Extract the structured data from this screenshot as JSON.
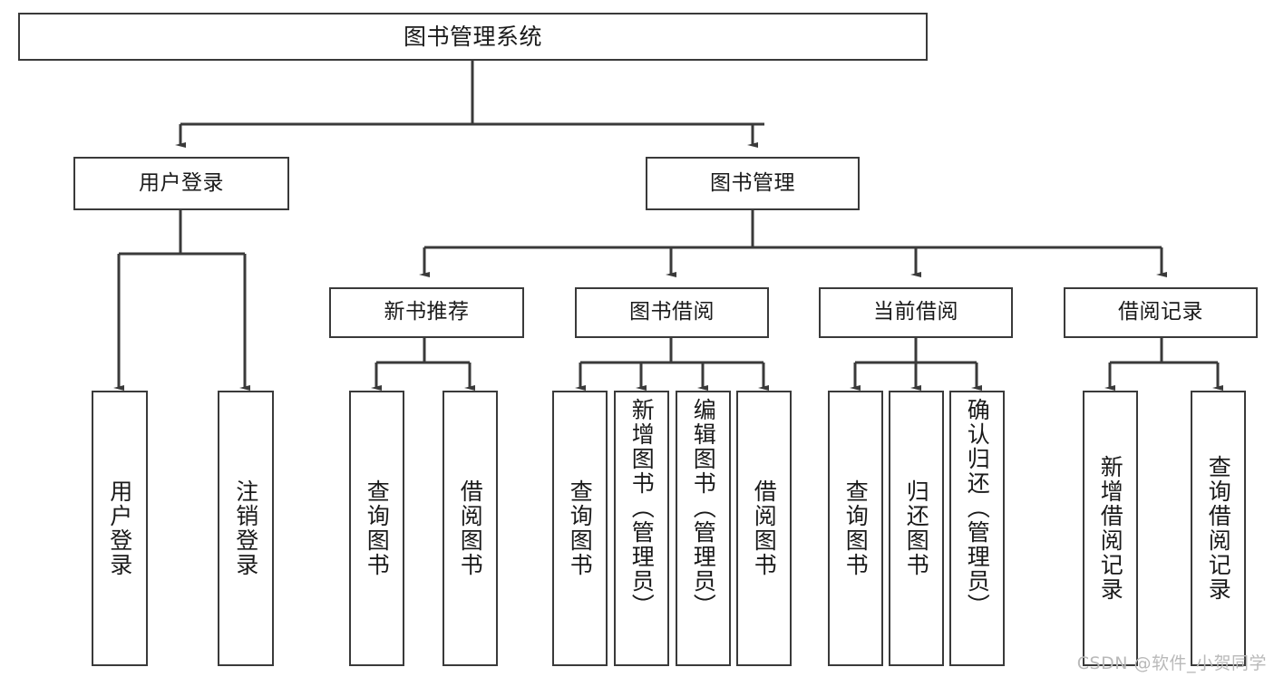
{
  "diagram": {
    "type": "tree-hierarchy",
    "title": "图书管理系统",
    "orientation": "top-down",
    "colors": {
      "stroke": "#3a3a3a",
      "fill": "#ffffff",
      "text": "#1a1a1a",
      "watermark": "#b9b9b9"
    },
    "levels": {
      "root": {
        "label": "图书管理系统"
      },
      "level1": [
        {
          "id": "user-login",
          "label": "用户登录"
        },
        {
          "id": "book-management",
          "label": "图书管理"
        }
      ],
      "level2": [
        {
          "id": "new-book-recommend",
          "label": "新书推荐"
        },
        {
          "id": "book-borrow",
          "label": "图书借阅"
        },
        {
          "id": "current-borrow",
          "label": "当前借阅"
        },
        {
          "id": "borrow-record",
          "label": "借阅记录"
        }
      ],
      "leaves": [
        {
          "id": "leaf-user-login",
          "parent": "user-login",
          "label": "用户登录"
        },
        {
          "id": "leaf-logout-login",
          "parent": "user-login",
          "label": "注销登录"
        },
        {
          "id": "leaf-query-book-1",
          "parent": "new-book-recommend",
          "label": "查询图书"
        },
        {
          "id": "leaf-borrow-book-1",
          "parent": "new-book-recommend",
          "label": "借阅图书"
        },
        {
          "id": "leaf-query-book-2",
          "parent": "book-borrow",
          "label": "查询图书"
        },
        {
          "id": "leaf-add-book",
          "parent": "book-borrow",
          "label": "新增图书（管理员）"
        },
        {
          "id": "leaf-edit-book",
          "parent": "book-borrow",
          "label": "编辑图书（管理员）"
        },
        {
          "id": "leaf-borrow-book-2",
          "parent": "book-borrow",
          "label": "借阅图书"
        },
        {
          "id": "leaf-query-book-3",
          "parent": "current-borrow",
          "label": "查询图书"
        },
        {
          "id": "leaf-return-book",
          "parent": "current-borrow",
          "label": "归还图书"
        },
        {
          "id": "leaf-confirm-return",
          "parent": "current-borrow",
          "label": "确认归还（管理员）"
        },
        {
          "id": "leaf-add-record",
          "parent": "borrow-record",
          "label": "新增借阅记录"
        },
        {
          "id": "leaf-query-record",
          "parent": "borrow-record",
          "label": "查询借阅记录"
        }
      ]
    }
  },
  "watermark": {
    "text": "CSDN @软件_小贺同学"
  }
}
